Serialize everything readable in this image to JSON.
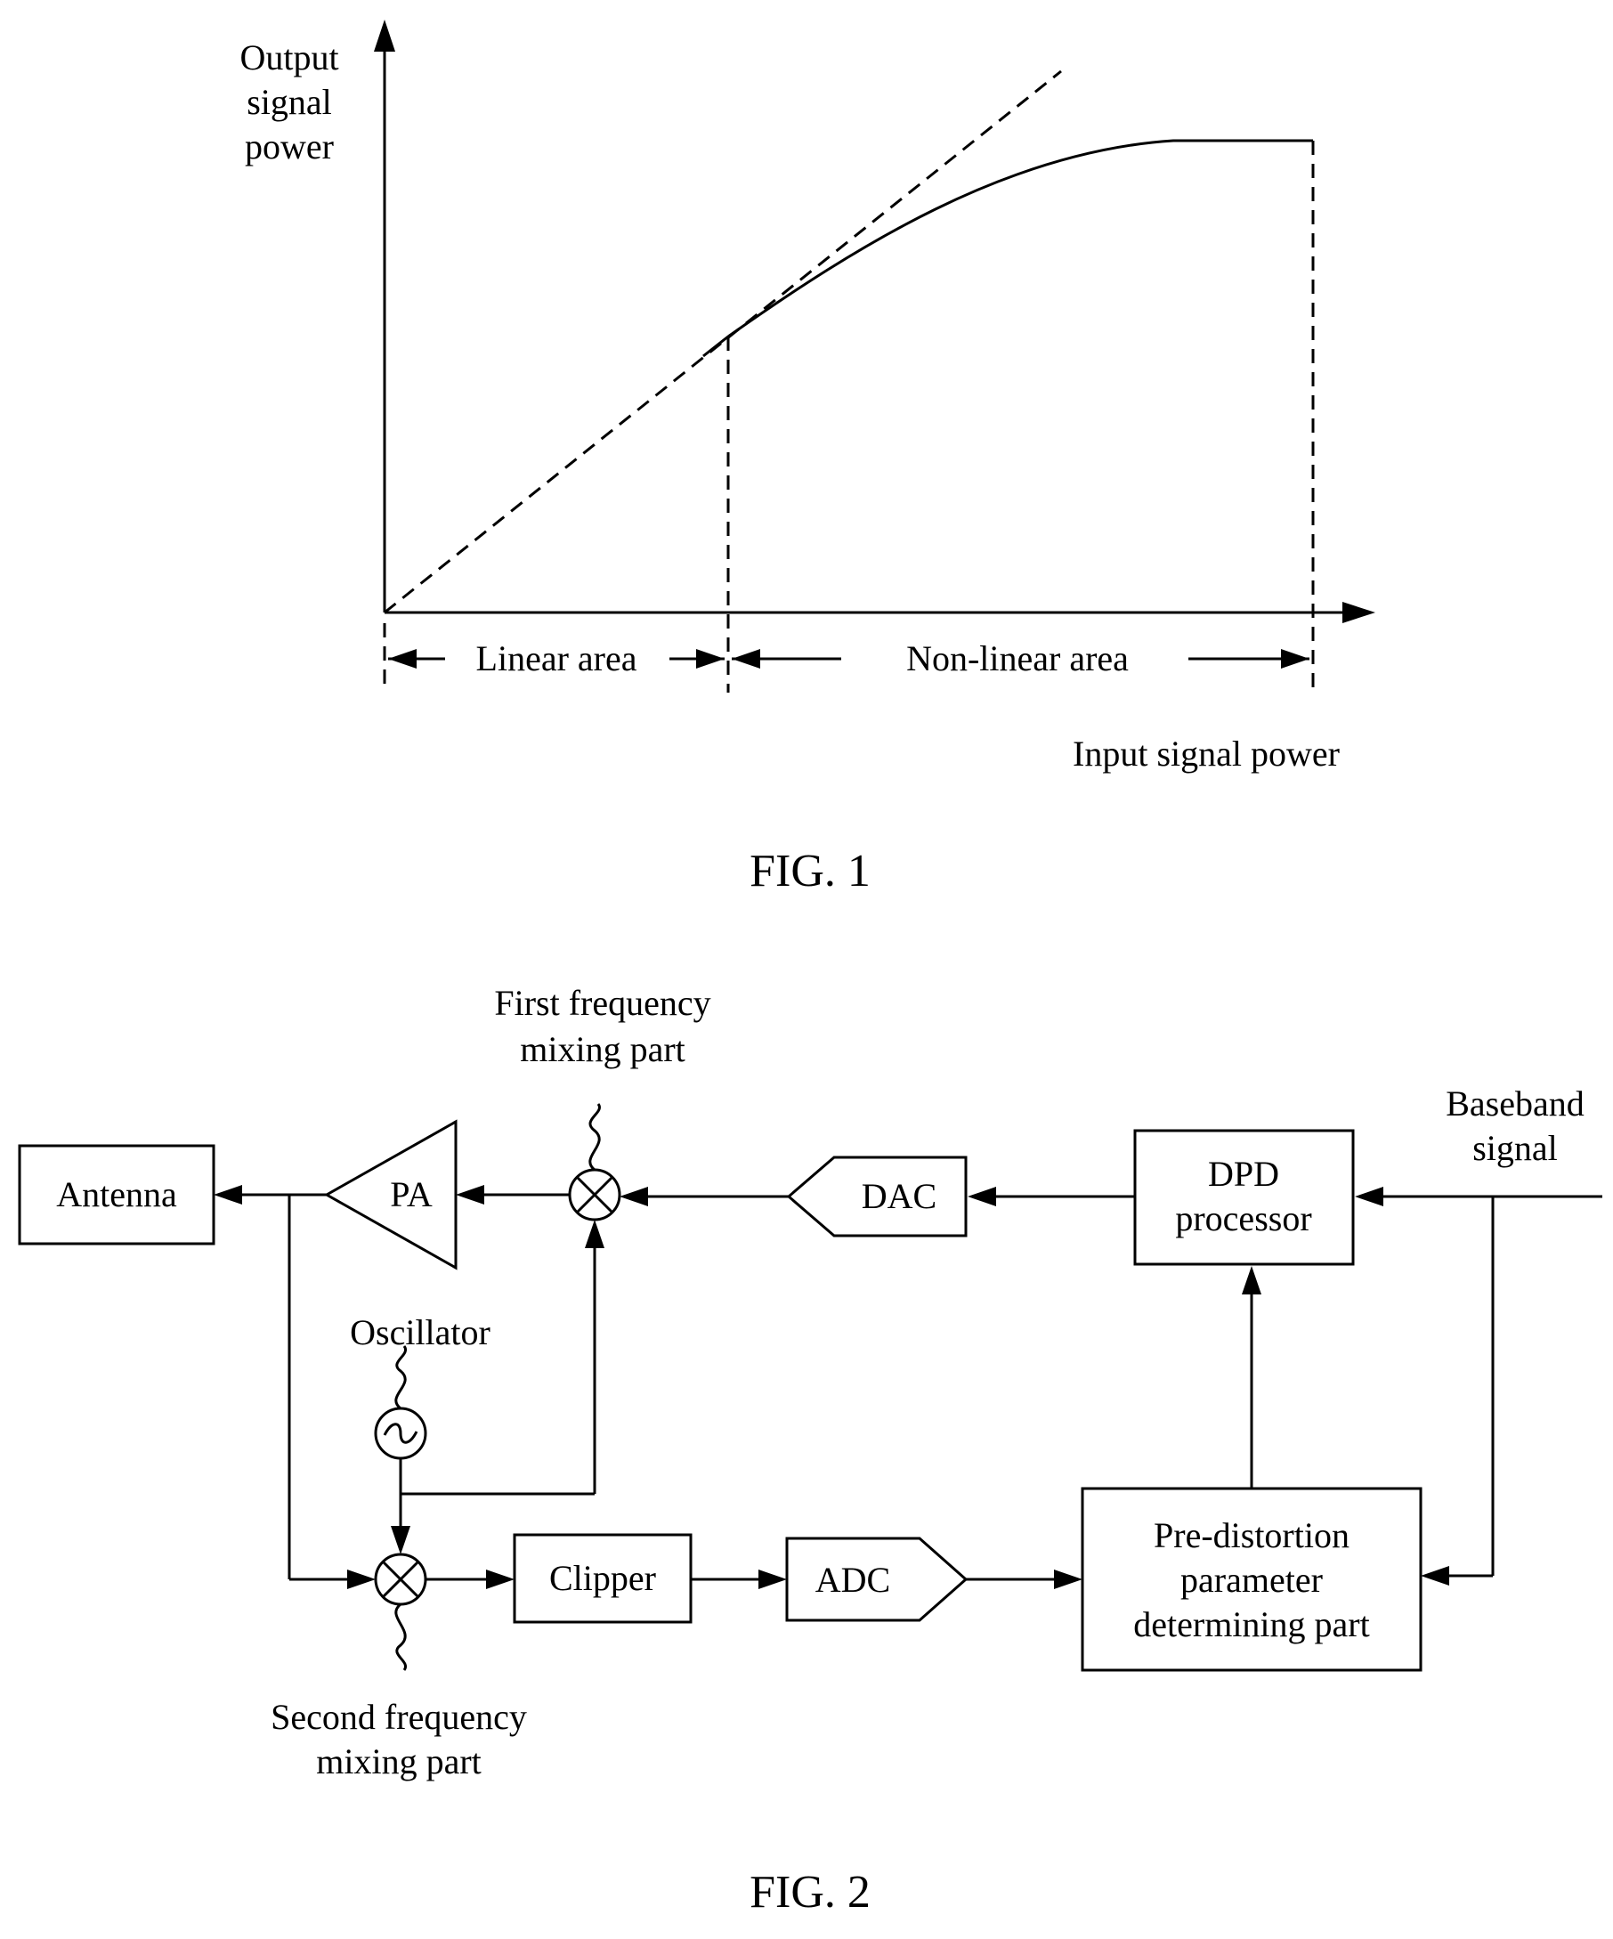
{
  "fig1": {
    "caption": "FIG. 1",
    "y_axis_label": [
      "Output",
      "signal",
      "power"
    ],
    "x_axis_label": "Input signal power",
    "linear_area_label": "Linear area",
    "nonlinear_area_label": "Non-linear area"
  },
  "fig2": {
    "caption": "FIG. 2",
    "antenna": "Antenna",
    "pa": "PA",
    "dac": "DAC",
    "dpd": [
      "DPD",
      "processor"
    ],
    "baseband": [
      "Baseband",
      "signal"
    ],
    "first_mixer": [
      "First frequency",
      "mixing part"
    ],
    "oscillator": "Oscillator",
    "clipper": "Clipper",
    "adc": "ADC",
    "pre_distortion": [
      "Pre-distortion",
      "parameter",
      "determining part"
    ],
    "second_mixer": [
      "Second frequency",
      "mixing part"
    ]
  }
}
